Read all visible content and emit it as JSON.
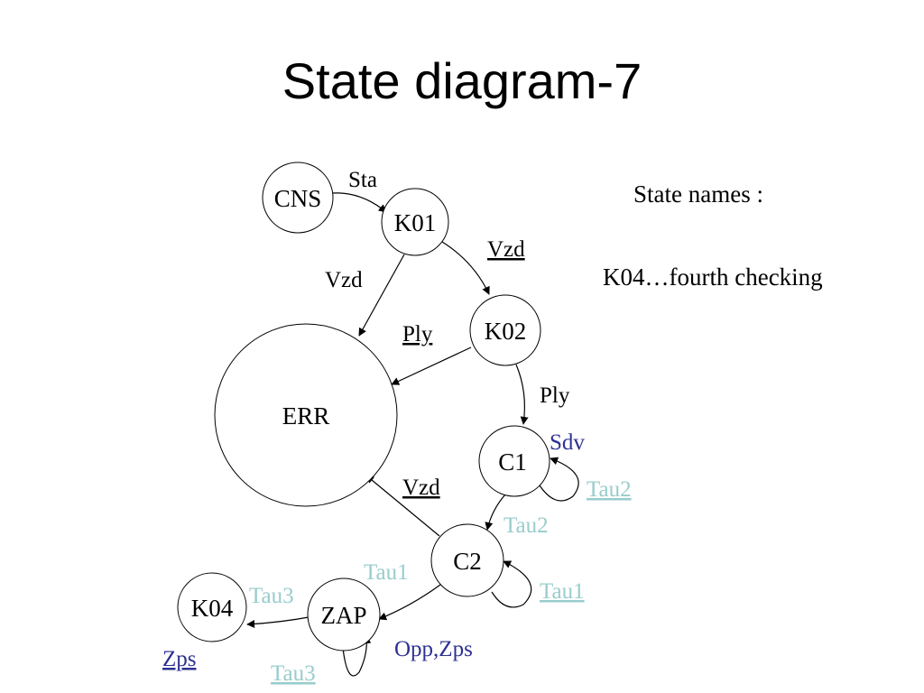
{
  "slide": {
    "title": "State diagram-7"
  },
  "notes": {
    "heading": "State names :",
    "k04_desc": "K04…fourth checking"
  },
  "states": {
    "cns": "CNS",
    "k01": "K01",
    "k02": "K02",
    "err": "ERR",
    "c1": "C1",
    "c2": "C2",
    "zap": "ZAP",
    "k04": "K04"
  },
  "transitions": {
    "cns_k01": "Sta",
    "k01_err": "Vzd",
    "k01_k02": "Vzd",
    "k02_err": "Ply",
    "k02_c1": "Ply",
    "c1_self_top": "Sdv",
    "c1_self_bottom": "Tau2",
    "c1_c2": "Tau2",
    "c2_err": "Vzd",
    "c2_self": "Tau1",
    "c2_zap": "Tau1",
    "zap_k04": "Tau3",
    "zap_self": "Tau3",
    "opp_zps": "Opp,Zps",
    "k04_zps": "Zps"
  },
  "colors": {
    "black": "#000000",
    "blue": "#2e3192",
    "light_teal": "#99cccc"
  }
}
